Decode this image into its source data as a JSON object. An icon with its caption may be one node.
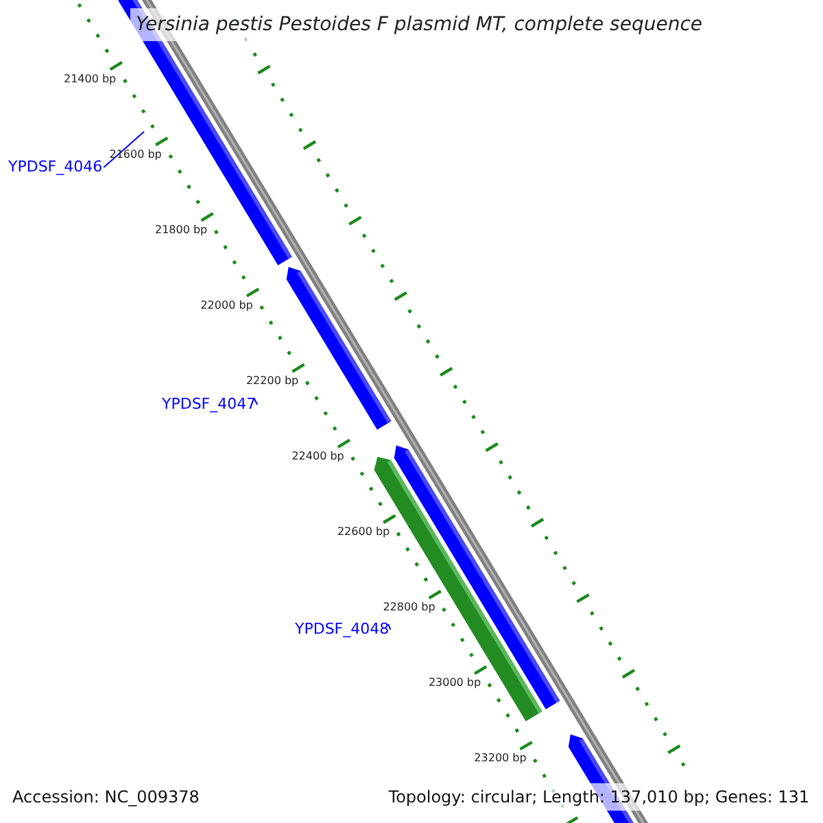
{
  "diagram": {
    "title": "Yersinia pestis Pestoides F plasmid MT, complete sequence",
    "nodes": [
      {
        "text": [
          "YPDSF_4046"
        ]
      },
      {
        "text": [
          "YPDSF_4047"
        ]
      },
      {
        "text": [
          "YPDSF_4048"
        ]
      }
    ],
    "edges": [
      {
        "from": 0,
        "to": null,
        "arrow": "none"
      },
      {
        "from": 1,
        "to": null,
        "arrow": "none"
      },
      {
        "from": 2,
        "to": null,
        "arrow": "none"
      }
    ],
    "labels": [
      "21400 bp",
      "21600 bp",
      "21800 bp",
      "22000 bp",
      "22200 bp",
      "22400 bp",
      "22600 bp",
      "22800 bp",
      "23000 bp",
      "23200 bp",
      "Accession: NC_009378",
      "Topology: circular; Length: 137,010 bp; Genes: 131"
    ]
  }
}
